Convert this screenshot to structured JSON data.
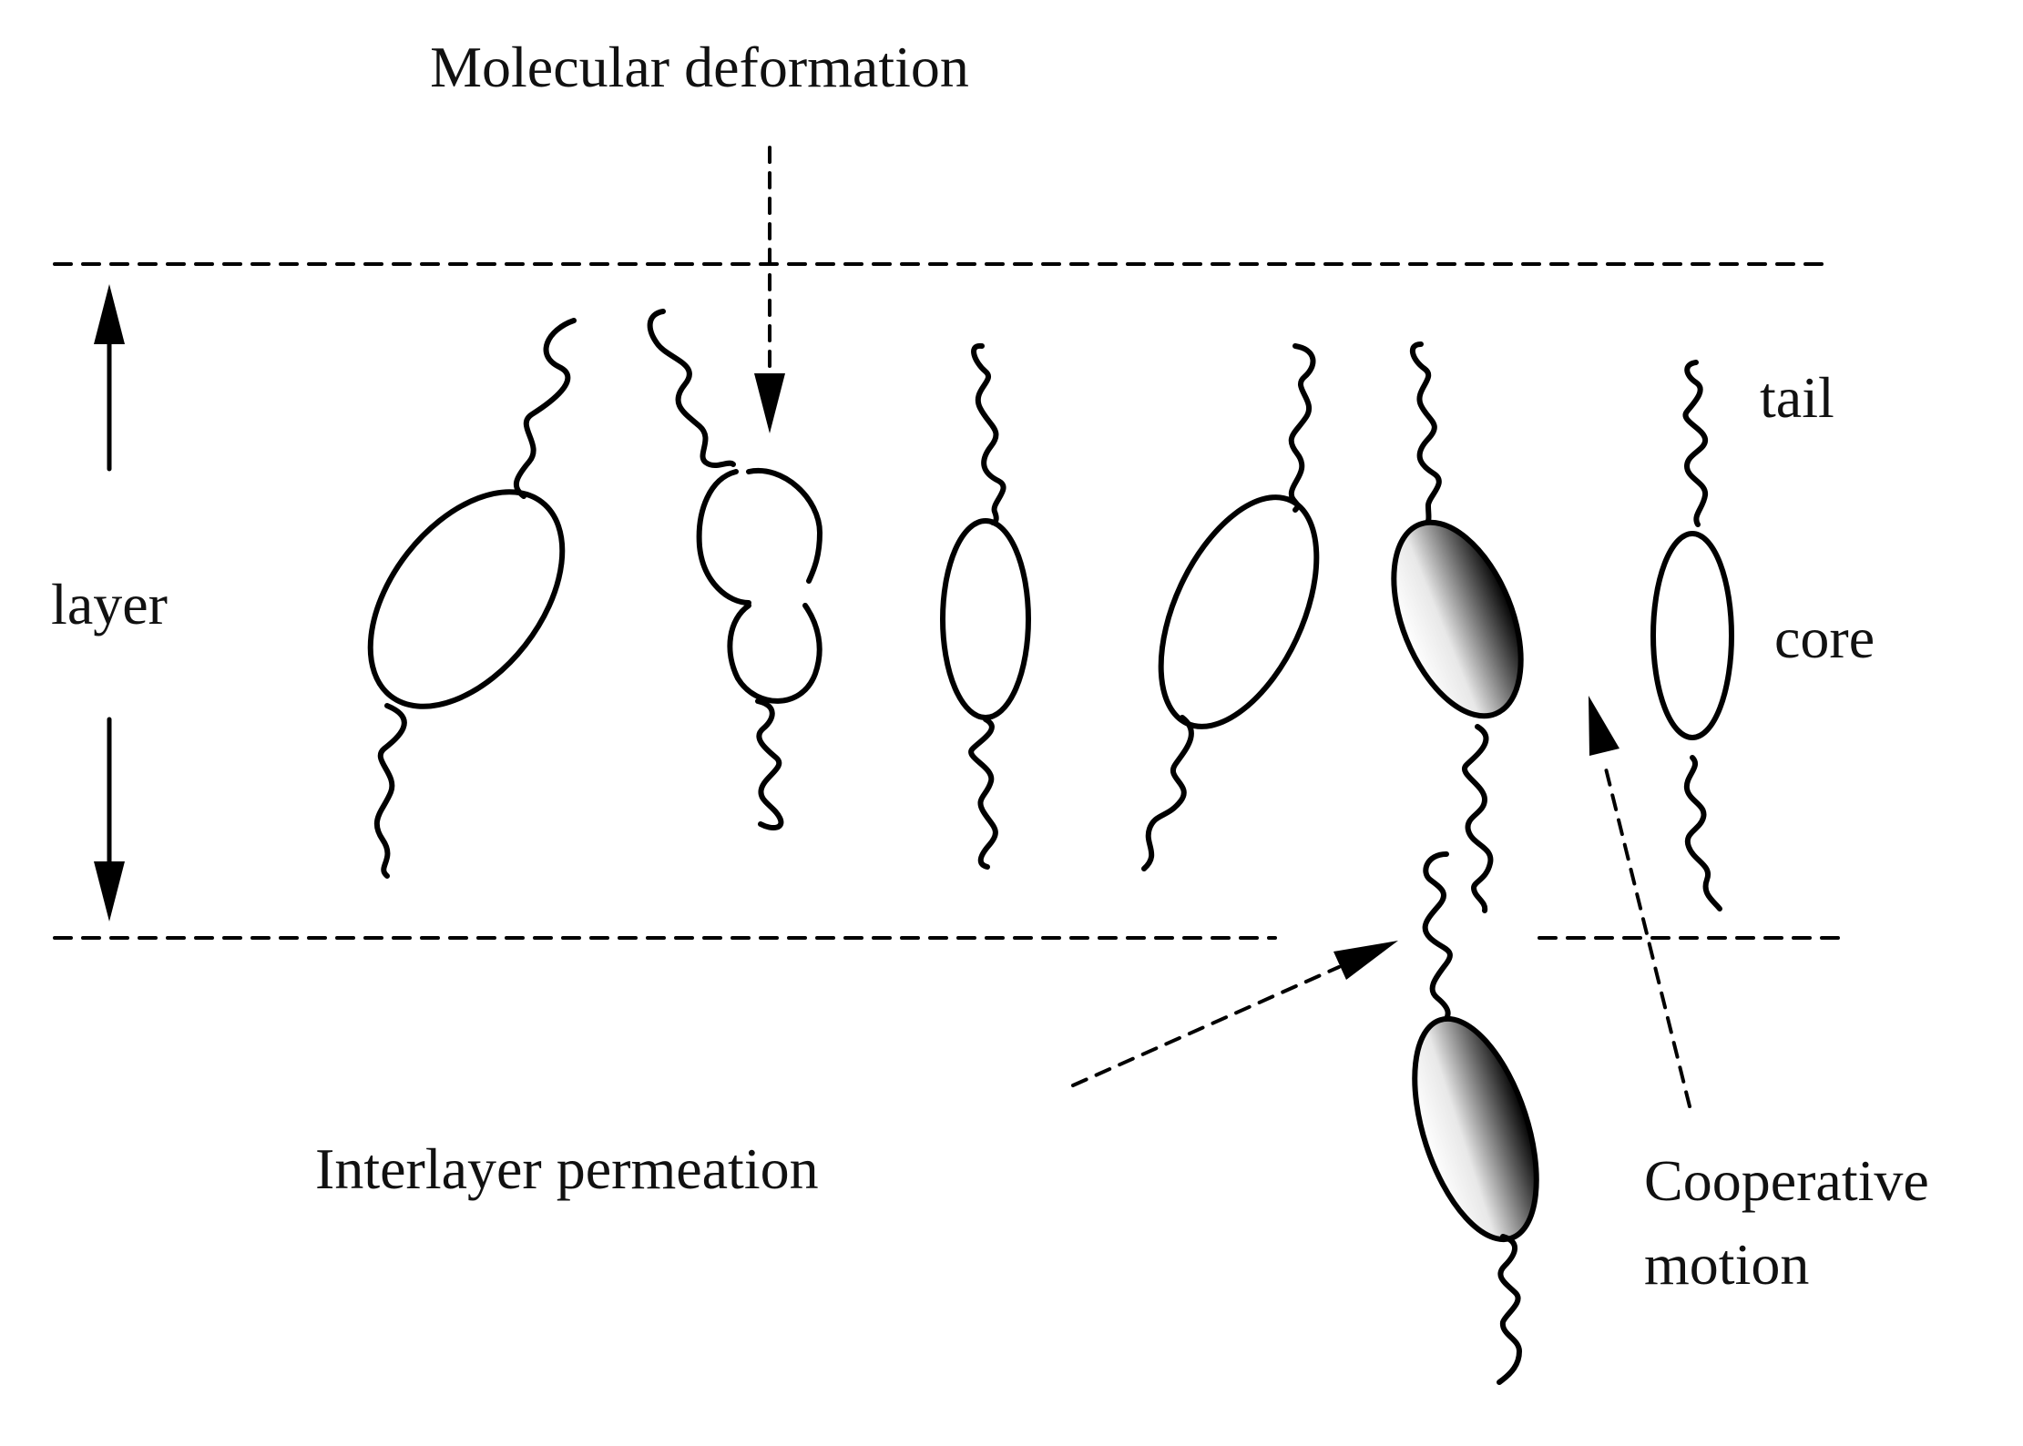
{
  "labels": {
    "molecular_deformation": "Molecular deformation",
    "layer": "layer",
    "tail": "tail",
    "core": "core",
    "interlayer_permeation": "Interlayer permeation",
    "cooperative_motion_line1": "Cooperative",
    "cooperative_motion_line2": "motion"
  },
  "colors": {
    "ink": "#000000",
    "background": "#ffffff",
    "core_shade_dark": "#000000",
    "core_shade_light": "#ffffff"
  }
}
